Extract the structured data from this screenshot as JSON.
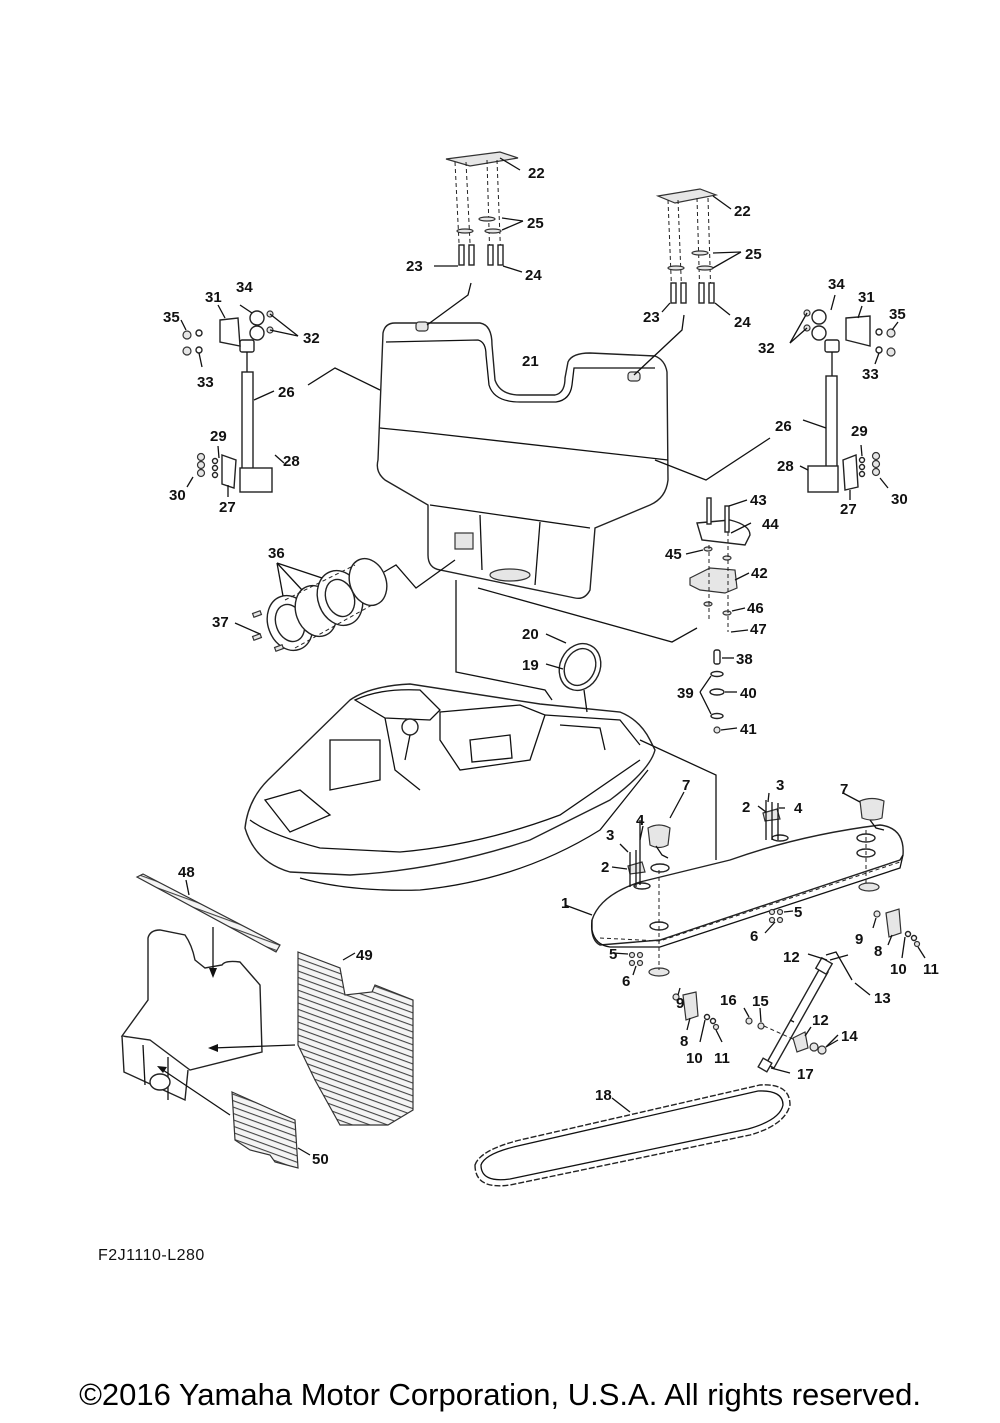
{
  "diagram": {
    "type": "exploded parts diagram",
    "subject": "Boat deck / rear seat / engine hatch assembly",
    "callouts": [
      "1",
      "2",
      "3",
      "4",
      "5",
      "6",
      "7",
      "8",
      "9",
      "10",
      "11",
      "12",
      "13",
      "14",
      "15",
      "16",
      "17",
      "18",
      "19",
      "20",
      "21",
      "22",
      "23",
      "24",
      "25",
      "26",
      "27",
      "28",
      "29",
      "30",
      "31",
      "32",
      "33",
      "34",
      "35",
      "36",
      "37",
      "38",
      "39",
      "40",
      "41",
      "42",
      "43",
      "44",
      "45",
      "46",
      "47",
      "48",
      "49",
      "50"
    ],
    "labels": {
      "l22a": "22",
      "l25a": "25",
      "l23a": "23",
      "l24a": "24",
      "l22b": "22",
      "l25b": "25",
      "l23b": "23",
      "l24b": "24",
      "l34a": "34",
      "l31a": "31",
      "l35a": "35",
      "l32a": "32",
      "l33a": "33",
      "l26a": "26",
      "l29a": "29",
      "l28a": "28",
      "l30a": "30",
      "l27a": "27",
      "l34b": "34",
      "l31b": "31",
      "l35b": "35",
      "l32b": "32",
      "l33b": "33",
      "l26b": "26",
      "l29b": "29",
      "l28b": "28",
      "l30b": "30",
      "l27b": "27",
      "l21": "21",
      "l36": "36",
      "l37": "37",
      "l43": "43",
      "l44": "44",
      "l45": "45",
      "l42": "42",
      "l46": "46",
      "l47": "47",
      "l38": "38",
      "l39": "39",
      "l40": "40",
      "l41": "41",
      "l20": "20",
      "l19": "19",
      "l3a": "3",
      "l4a": "4",
      "l2a": "2",
      "l7a": "7",
      "l3b": "3",
      "l4b": "4",
      "l2b": "2",
      "l7b": "7",
      "l1": "1",
      "l5a": "5",
      "l6a": "6",
      "l5b": "5",
      "l6b": "6",
      "l9a": "9",
      "l8a": "8",
      "l10a": "10",
      "l11a": "11",
      "l9b": "9",
      "l8b": "8",
      "l10b": "10",
      "l11b": "11",
      "l12a": "12",
      "l13": "13",
      "l16": "16",
      "l15": "15",
      "l12b": "12",
      "l14": "14",
      "l17": "17",
      "l18": "18",
      "l48": "48",
      "l49": "49",
      "l50": "50"
    }
  },
  "footer": {
    "diagram_code": "F2J1110-L280",
    "copyright": "©2016 Yamaha Motor Corporation, U.S.A. All rights reserved."
  }
}
